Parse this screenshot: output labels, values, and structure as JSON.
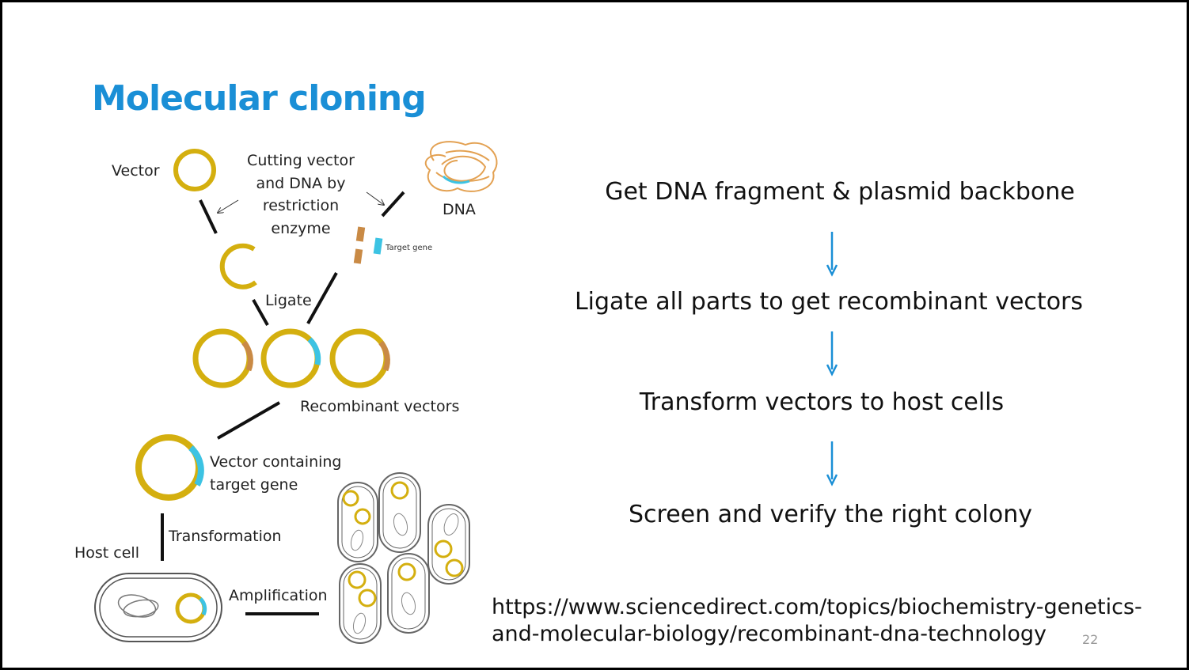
{
  "title": "Molecular cloning",
  "diagram": {
    "vector_label": "Vector",
    "cutting_label": [
      "Cutting vector",
      "and DNA by",
      "restriction",
      "enzyme"
    ],
    "dna_label": "DNA",
    "target_gene_label": "Target gene",
    "ligate_label": "Ligate",
    "recombinant_label": "Recombinant vectors",
    "vector_containing_label": [
      "Vector containing",
      "target gene"
    ],
    "transformation_label": "Transformation",
    "host_cell_label": "Host cell",
    "amplification_label": "Amplification",
    "colors": {
      "vector": "#d4af0f",
      "target_gene": "#3cc3e3",
      "dna": "#e3a152",
      "fragment": "#c98a45",
      "line": "#111111"
    }
  },
  "steps": [
    "Get DNA fragment & plasmid backbone",
    "Ligate all parts to get recombinant vectors",
    "Transform vectors to host cells",
    "Screen and verify the right colony"
  ],
  "reference": {
    "line1": "https://www.sciencedirect.com/topics/biochemistry-genetics-",
    "line2": "and-molecular-biology/recombinant-dna-technology"
  },
  "page_number": "22",
  "accent_color": "#1a8fd6"
}
